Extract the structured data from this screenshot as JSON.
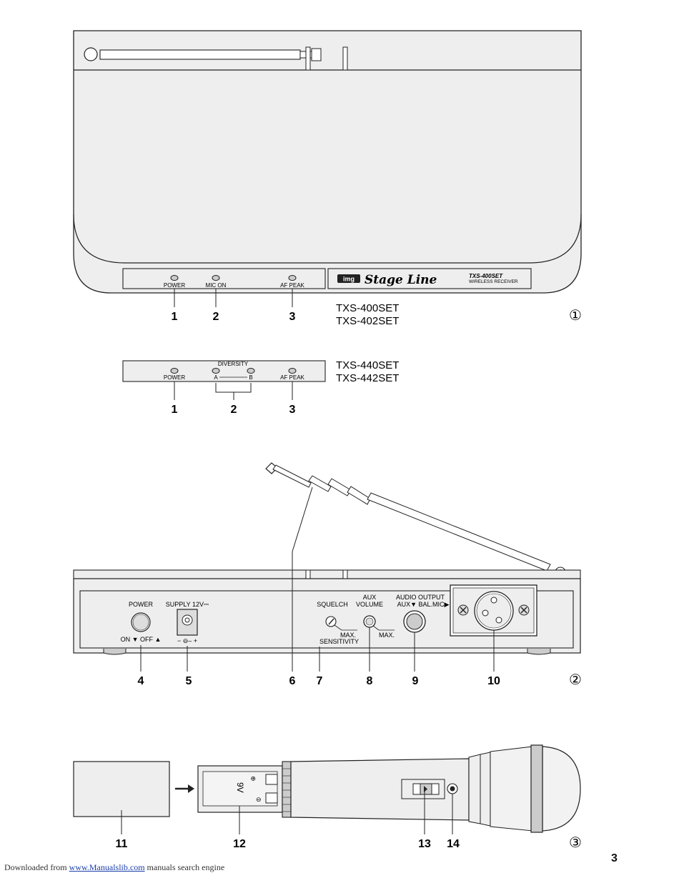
{
  "fig1": {
    "labels": {
      "power": "POWER",
      "mic_on": "MIC ON",
      "af_peak": "AF PEAK"
    },
    "brand": {
      "img": "img",
      "stage": "Stage Line",
      "model": "TXS-400SET",
      "sub": "WIRELESS RECEIVER"
    },
    "models_a": [
      "TXS-400SET",
      "TXS-402SET"
    ],
    "models_b": [
      "TXS-440SET",
      "TXS-442SET"
    ],
    "diversity": {
      "title": "DIVERSITY",
      "a": "A",
      "b": "B"
    },
    "callouts_a": [
      "1",
      "2",
      "3"
    ],
    "callouts_b": [
      "1",
      "2",
      "3"
    ],
    "fig_marker": "①"
  },
  "fig2": {
    "power": "POWER",
    "on_off": "ON ▼  OFF ▲",
    "supply": "SUPPLY 12V⎓",
    "polarity": "−  ⊖–  +",
    "squelch": "SQUELCH",
    "max": "MAX.",
    "sensitivity": "SENSITIVITY",
    "aux": "AUX",
    "volume": "VOLUME",
    "audio_output": "AUDIO OUTPUT",
    "aux_bal": "AUX▼  BAL.MIC▶",
    "callouts": [
      "4",
      "5",
      "6",
      "7",
      "8",
      "9",
      "10"
    ],
    "fig_marker": "②"
  },
  "fig3": {
    "battery": "9V",
    "callouts": [
      "11",
      "12",
      "13",
      "14"
    ],
    "fig_marker": "③"
  },
  "footer": {
    "prefix": "Downloaded from ",
    "link": "www.Manualslib.com",
    "suffix": " manuals search engine"
  },
  "page_number": "3"
}
